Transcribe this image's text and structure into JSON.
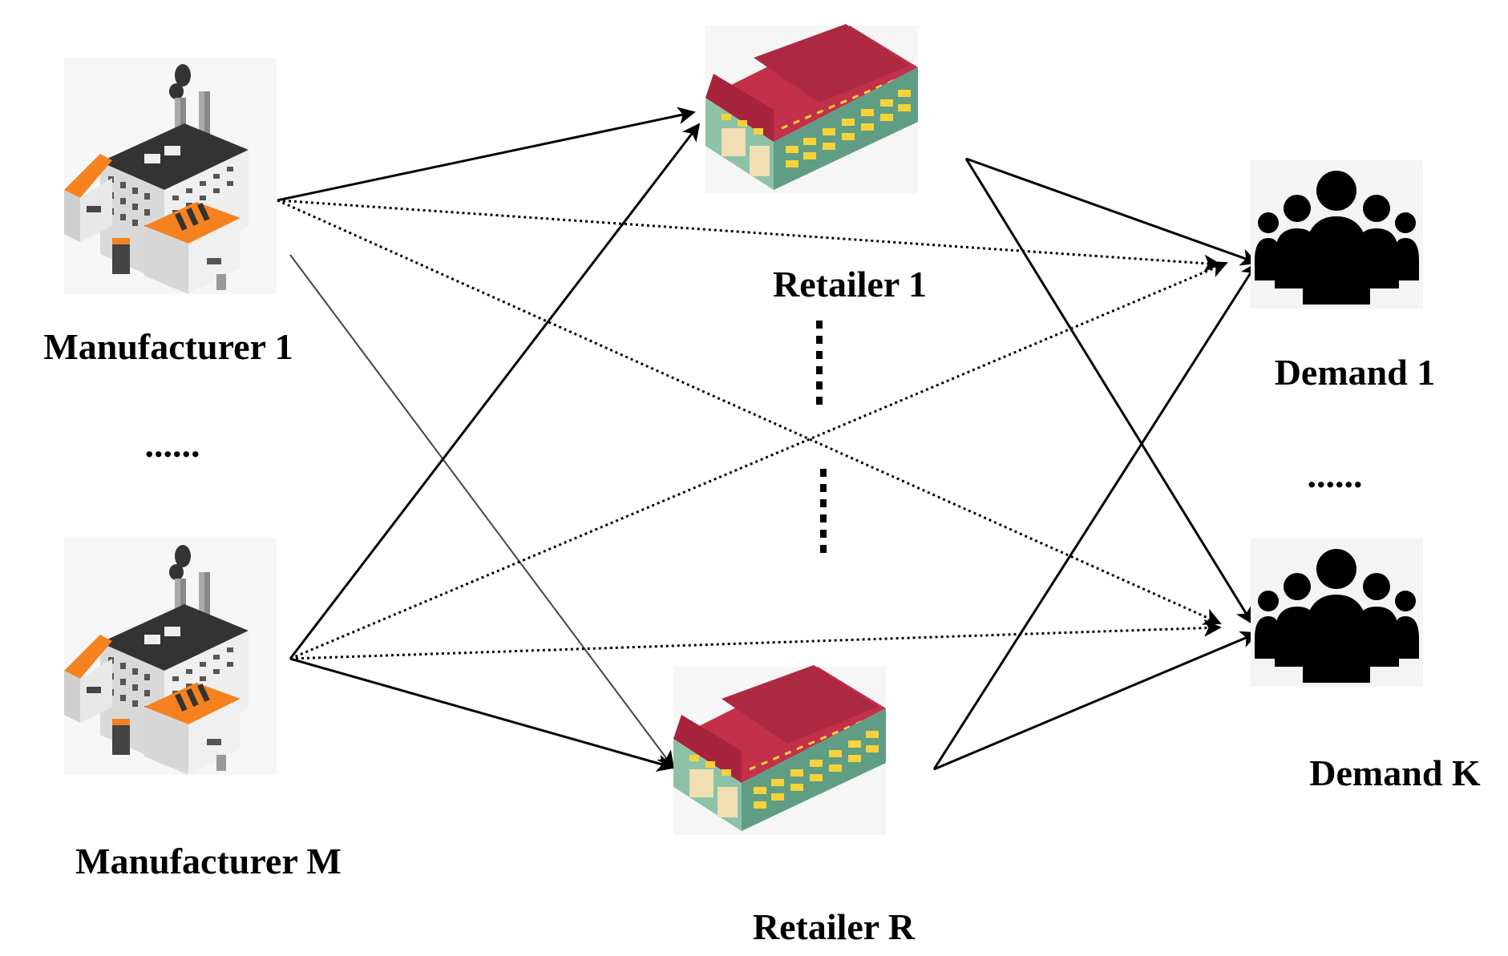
{
  "nodes": {
    "manufacturer_1": {
      "label": "Manufacturer 1",
      "icon": "factory-icon"
    },
    "manufacturer_m": {
      "label": "Manufacturer M",
      "icon": "factory-icon"
    },
    "retailer_1": {
      "label": "Retailer 1",
      "icon": "warehouse-icon"
    },
    "retailer_r": {
      "label": "Retailer R",
      "icon": "warehouse-icon"
    },
    "demand_1": {
      "label": "Demand 1",
      "icon": "people-group-icon"
    },
    "demand_k": {
      "label": "Demand K",
      "icon": "people-group-icon"
    }
  },
  "ellipses": {
    "manufacturers": "......",
    "demands": "......"
  },
  "edges": [
    {
      "from": "manufacturer_1",
      "to": "retailer_1",
      "style": "solid"
    },
    {
      "from": "manufacturer_1",
      "to": "retailer_r",
      "style": "solid"
    },
    {
      "from": "manufacturer_1",
      "to": "demand_1",
      "style": "dotted"
    },
    {
      "from": "manufacturer_1",
      "to": "demand_k",
      "style": "dotted"
    },
    {
      "from": "manufacturer_m",
      "to": "retailer_1",
      "style": "solid"
    },
    {
      "from": "manufacturer_m",
      "to": "retailer_r",
      "style": "solid"
    },
    {
      "from": "manufacturer_m",
      "to": "demand_1",
      "style": "dotted"
    },
    {
      "from": "manufacturer_m",
      "to": "demand_k",
      "style": "dotted"
    },
    {
      "from": "retailer_1",
      "to": "demand_1",
      "style": "solid"
    },
    {
      "from": "retailer_1",
      "to": "demand_k",
      "style": "solid"
    },
    {
      "from": "retailer_r",
      "to": "demand_1",
      "style": "solid"
    },
    {
      "from": "retailer_r",
      "to": "demand_k",
      "style": "solid"
    }
  ],
  "colors": {
    "factory_roof": "#f5821f",
    "factory_wall": "#e6e6e6",
    "warehouse_roof": "#c2304a",
    "warehouse_wall": "#8cc3a8",
    "warehouse_window": "#f7d23a",
    "people": "#000000"
  }
}
